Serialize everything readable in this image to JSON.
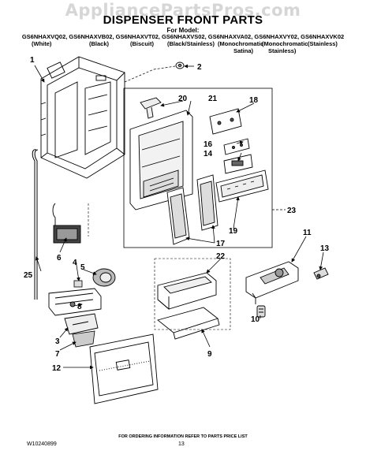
{
  "watermark": "AppliancePartsPros.com",
  "title": "DISPENSER FRONT PARTS",
  "for_model": "For Model:",
  "models": "GS6NHAXVQ02, GS6NHAXVB02, GS6NHAXVT02, GS6NHAXVS02, GS6NHAXVA02, GS6NHAXVY02, GS6NHAXVK02",
  "variants_line1": [
    "(White)",
    "(Black)",
    "(Biscuit)",
    "(Black/Stainless)",
    "(Monochromatic",
    "(Monochromatic",
    "(Stainless)"
  ],
  "variants_line2": [
    "Satina)",
    "Stainless)"
  ],
  "callouts": [
    "1",
    "2",
    "3",
    "4",
    "5",
    "6",
    "7",
    "8",
    "9",
    "10",
    "11",
    "12",
    "13",
    "14",
    "16",
    "17",
    "18",
    "19",
    "20",
    "21",
    "22",
    "23",
    "25"
  ],
  "footer_note": "FOR ORDERING INFORMATION REFER TO PARTS PRICE LIST",
  "doc_number": "W10240899",
  "page_number": "13"
}
